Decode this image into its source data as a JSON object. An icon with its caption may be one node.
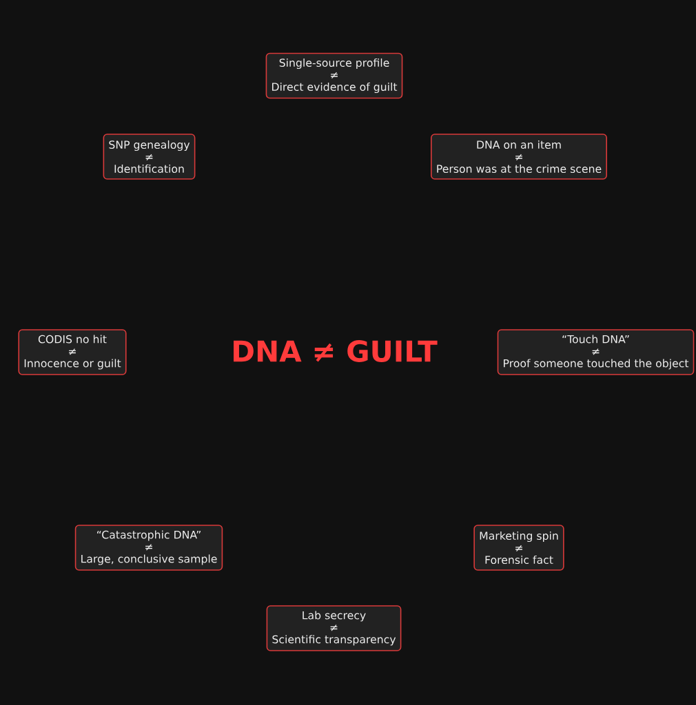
{
  "diagram": {
    "title": "DNA ≠ GUILT",
    "nodes": [
      {
        "text": [
          "Single-source profile",
          "≠",
          "Direct evidence of guilt"
        ]
      },
      {
        "text": [
          "SNP genealogy",
          "≠",
          "Identification"
        ]
      },
      {
        "text": [
          "DNA on an item",
          "≠",
          "Person was at the crime scene"
        ]
      },
      {
        "text": [
          "CODIS no hit",
          "≠",
          "Innocence or guilt"
        ]
      },
      {
        "text": [
          "“Touch DNA”",
          "≠",
          "Proof someone touched the object"
        ]
      },
      {
        "text": [
          "“Catastrophic DNA”",
          "≠",
          "Large, conclusive sample"
        ]
      },
      {
        "text": [
          "Marketing spin",
          "≠",
          "Forensic fact"
        ]
      },
      {
        "text": [
          "Lab secrecy",
          "≠",
          "Scientific transparency"
        ]
      }
    ]
  }
}
